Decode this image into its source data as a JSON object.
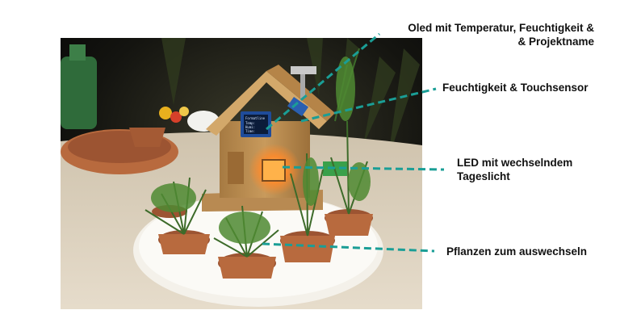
{
  "colors": {
    "background": "#ffffff",
    "leader_line": "#1a9e96",
    "label_text": "#111111",
    "oled_screen": "#0b1c3a",
    "oled_text": "#d6e6ff",
    "led_glow": "#ff8a2a"
  },
  "annotations": [
    {
      "id": "oled",
      "lines": [
        "Oled mit Temperatur, Feuchtigkeit &",
        "& Projektname"
      ]
    },
    {
      "id": "sensor",
      "lines": [
        "Feuchtigkeit & Touchsensor"
      ]
    },
    {
      "id": "led",
      "lines": [
        "LED mit wechselndem",
        "Tageslicht"
      ]
    },
    {
      "id": "plants",
      "lines": [
        "Pflanzen zum auswechseln"
      ]
    }
  ],
  "oled_display": {
    "lines": [
      "Formatline",
      "Temp:",
      "Humi:",
      "Time:"
    ]
  }
}
